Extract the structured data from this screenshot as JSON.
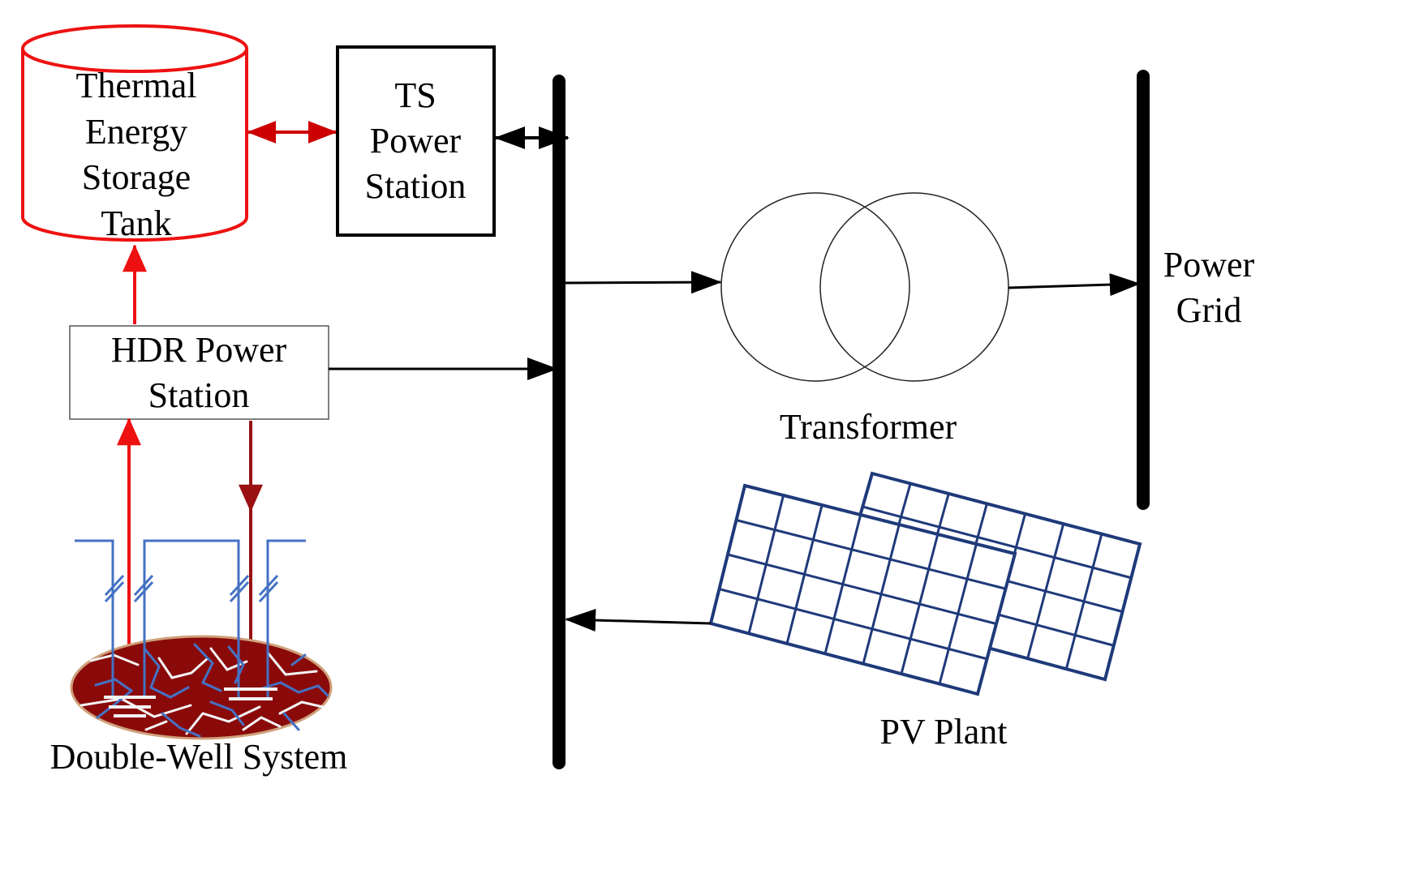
{
  "labels": {
    "tank_line1": "Thermal",
    "tank_line2": "Energy",
    "tank_line3": "Storage",
    "tank_line4": "Tank",
    "ts_line1": "TS",
    "ts_line2": "Power",
    "ts_line3": "Station",
    "hdr_line1": "HDR Power",
    "hdr_line2": "Station",
    "transformer": "Transformer",
    "grid_line1": "Power",
    "grid_line2": "Grid",
    "pv": "PV Plant",
    "wells": "Double-Well System"
  },
  "colors": {
    "hot_red": "#ee1111",
    "dark_red": "#991111",
    "reservoir": "#8a0a0a",
    "pipe_blue": "#4472c4",
    "panel_blue": "#1f3a7a",
    "line_black": "#000000"
  }
}
